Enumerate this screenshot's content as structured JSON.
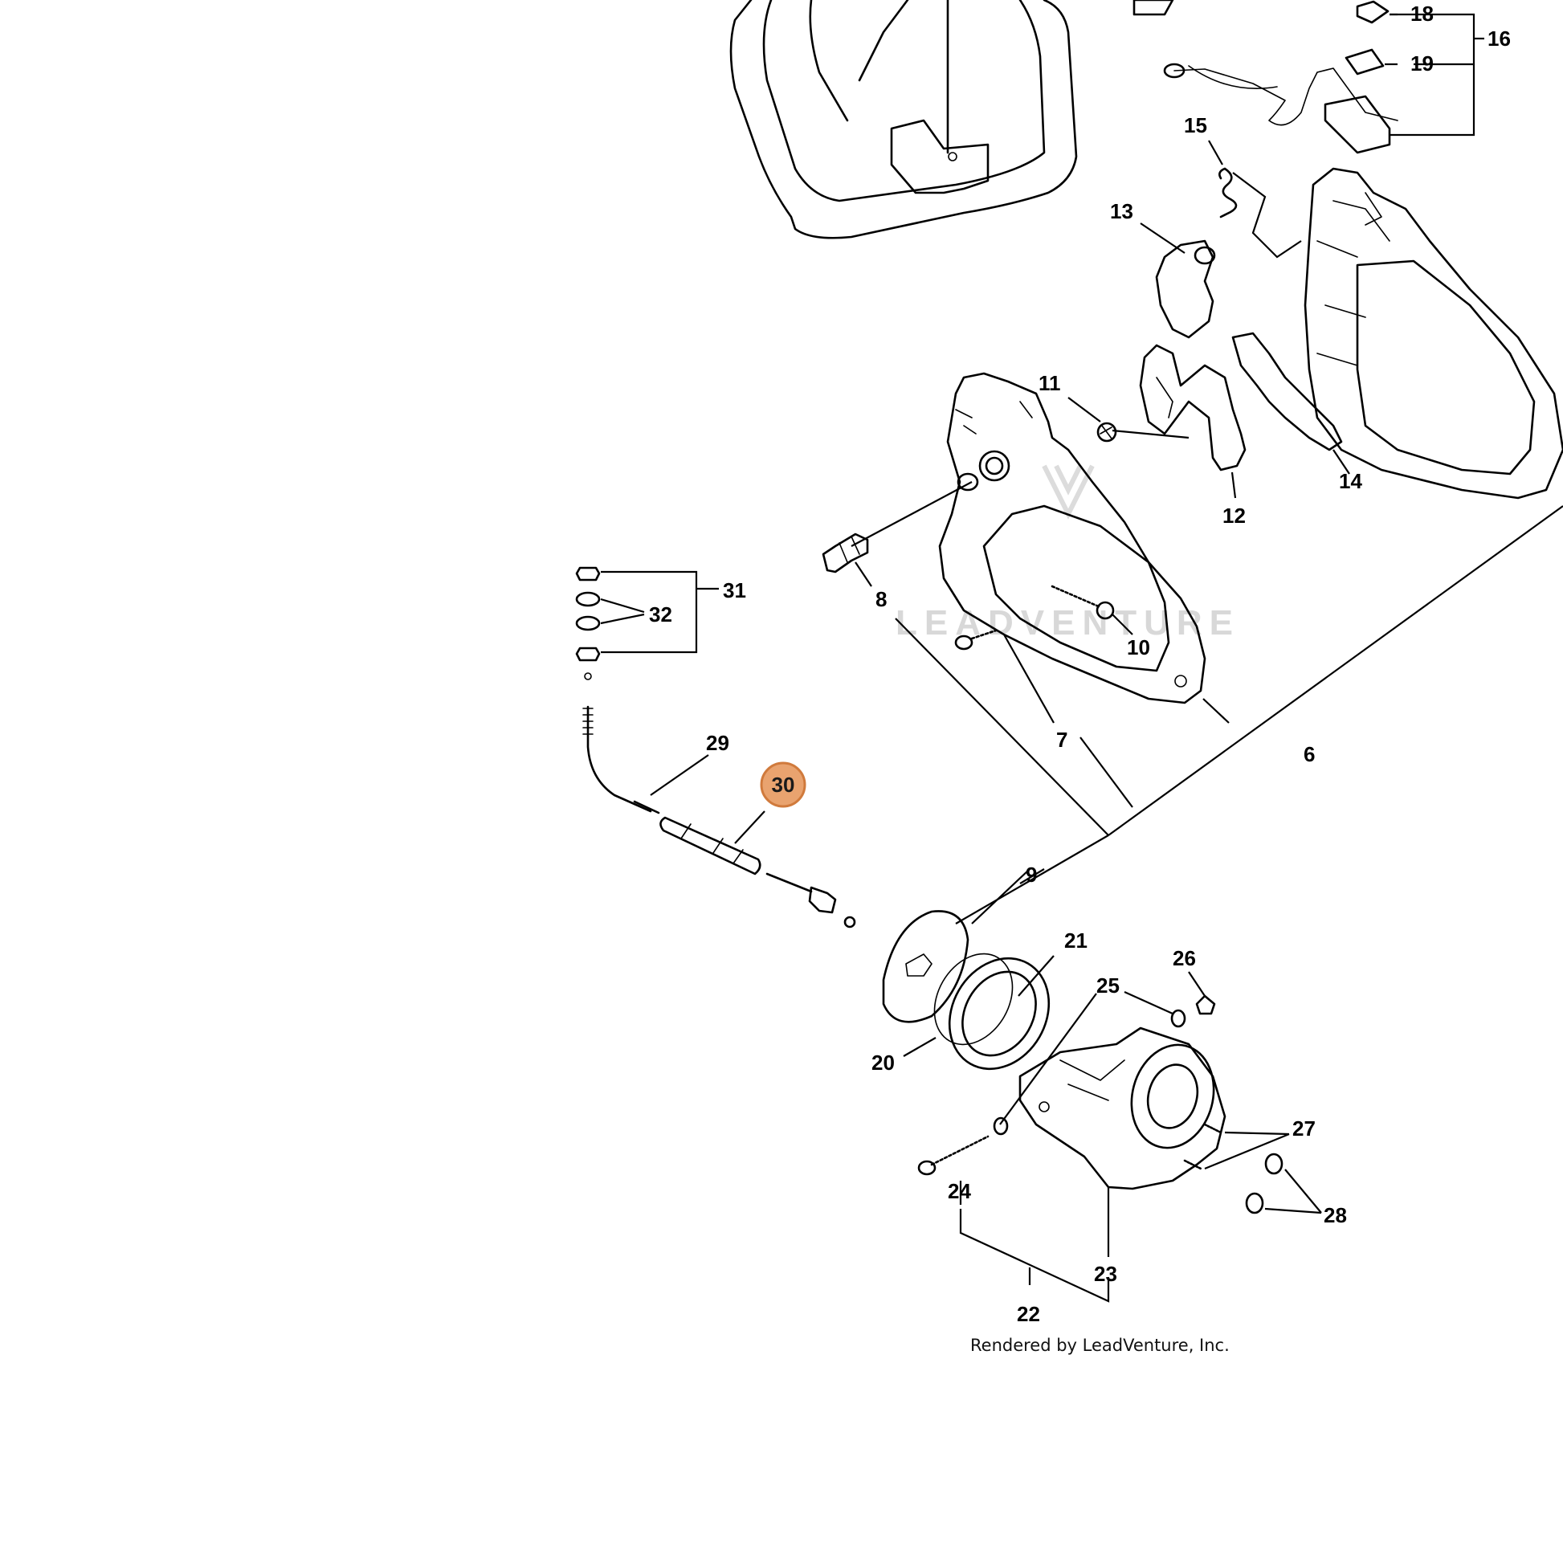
{
  "watermark_text": "LEADVENTURE",
  "credit_text": "Rendered by LeadVenture, Inc.",
  "highlight_color": "#e9a36f",
  "callouts": {
    "c6": "6",
    "c7": "7",
    "c8": "8",
    "c9": "9",
    "c10": "10",
    "c11": "11",
    "c12": "12",
    "c13": "13",
    "c14": "14",
    "c15": "15",
    "c16": "16",
    "c18": "18",
    "c19": "19",
    "c20": "20",
    "c21": "21",
    "c22": "22",
    "c23": "23",
    "c24": "24",
    "c25": "25",
    "c26": "26",
    "c27": "27",
    "c28": "28",
    "c29": "29",
    "c30": "30",
    "c31": "31",
    "c32": "32"
  },
  "highlighted_callout": "30"
}
